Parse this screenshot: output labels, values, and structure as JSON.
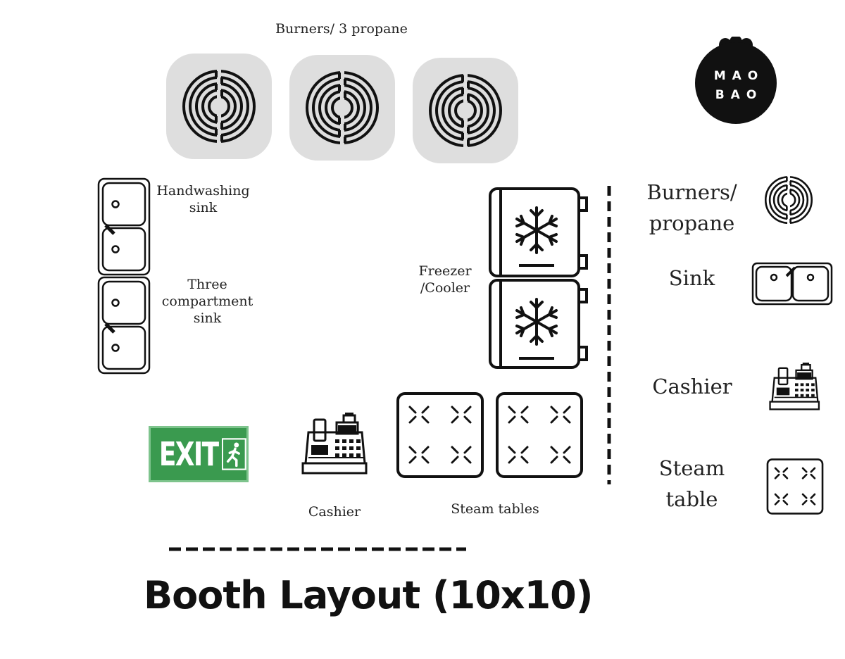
{
  "title": "Booth Layout (10x10)",
  "logo": {
    "line1": "MAO",
    "line2": "BAO"
  },
  "burners": {
    "label": "Burners/ 3 propane",
    "count": 3,
    "icon": "burner-coil-icon"
  },
  "handwashing_sink": {
    "line1": "Handwashing",
    "line2": "sink"
  },
  "three_compartment_sink": {
    "line1": "Three",
    "line2": "compartment",
    "line3": "sink"
  },
  "freezer": {
    "line1": "Freezer",
    "line2": "/Cooler"
  },
  "exit": {
    "text": "EXIT",
    "color": "#3a9a4f"
  },
  "cashier": {
    "label": "Cashier"
  },
  "steam_tables": {
    "label": "Steam tables"
  },
  "legend": {
    "burners": {
      "line1": "Burners/",
      "line2": "propane"
    },
    "sink": "Sink",
    "cashier": "Cashier",
    "steam_table": {
      "line1": "Steam",
      "line2": "table"
    }
  }
}
